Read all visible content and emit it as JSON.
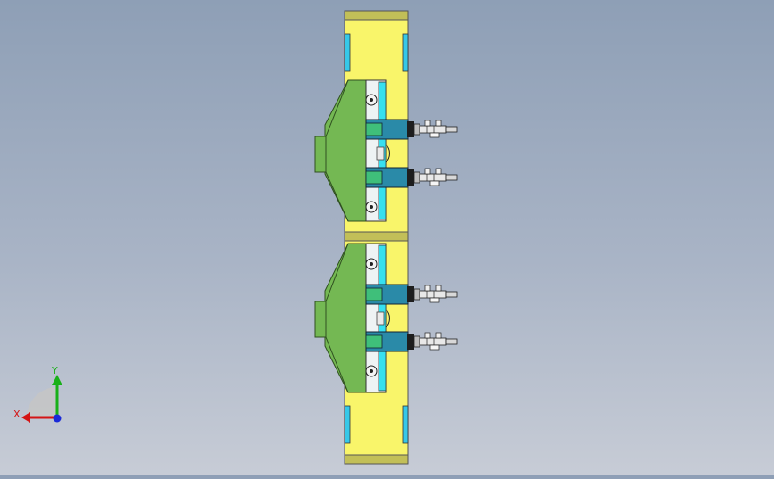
{
  "triad": {
    "x_label": "X",
    "y_label": "Y",
    "x_color": "#d41414",
    "y_color": "#18b018",
    "z_color": "#1a2ad8"
  },
  "colors": {
    "frame": "#f9f56a",
    "frame_dark": "#cfc43a",
    "end_cap": "#c2bf58",
    "wedge": "#74b853",
    "wedge_dark": "#4f8a36",
    "cyan": "#36e0f0",
    "teal": "#2a8aa8",
    "cylinder": "#e8e8e8"
  },
  "assembly": {
    "modules": [
      "upper-clamp-module",
      "lower-clamp-module"
    ],
    "cylinders_per_module": 2
  }
}
